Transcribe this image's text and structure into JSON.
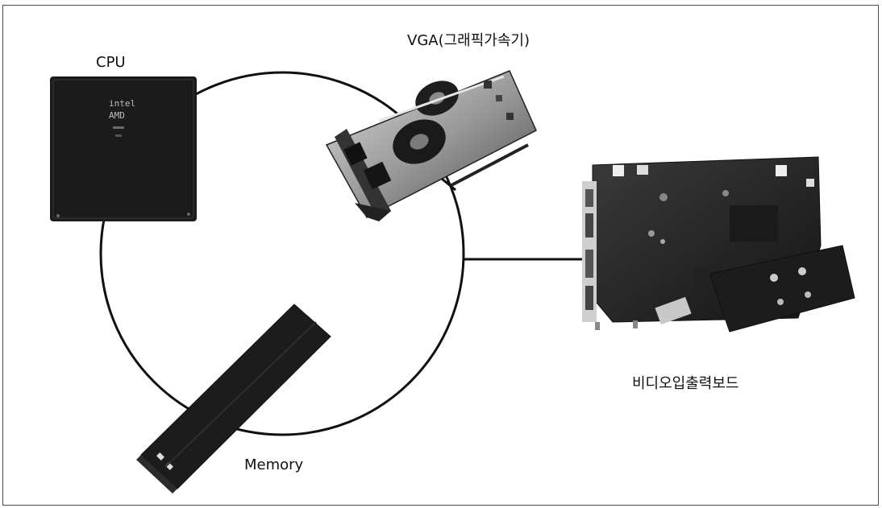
{
  "diagram": {
    "labels": {
      "cpu": "CPU",
      "vga": "VGA(그래픽가속기)",
      "video_board": "비디오입출력보드",
      "memory": "Memory"
    },
    "chip_text": {
      "line1": "intel",
      "line2": "AMD"
    },
    "colors": {
      "line": "#111111",
      "chip": "#1b1b1b",
      "board": "#2a2a2a",
      "frame": "#4a4a4a"
    }
  }
}
